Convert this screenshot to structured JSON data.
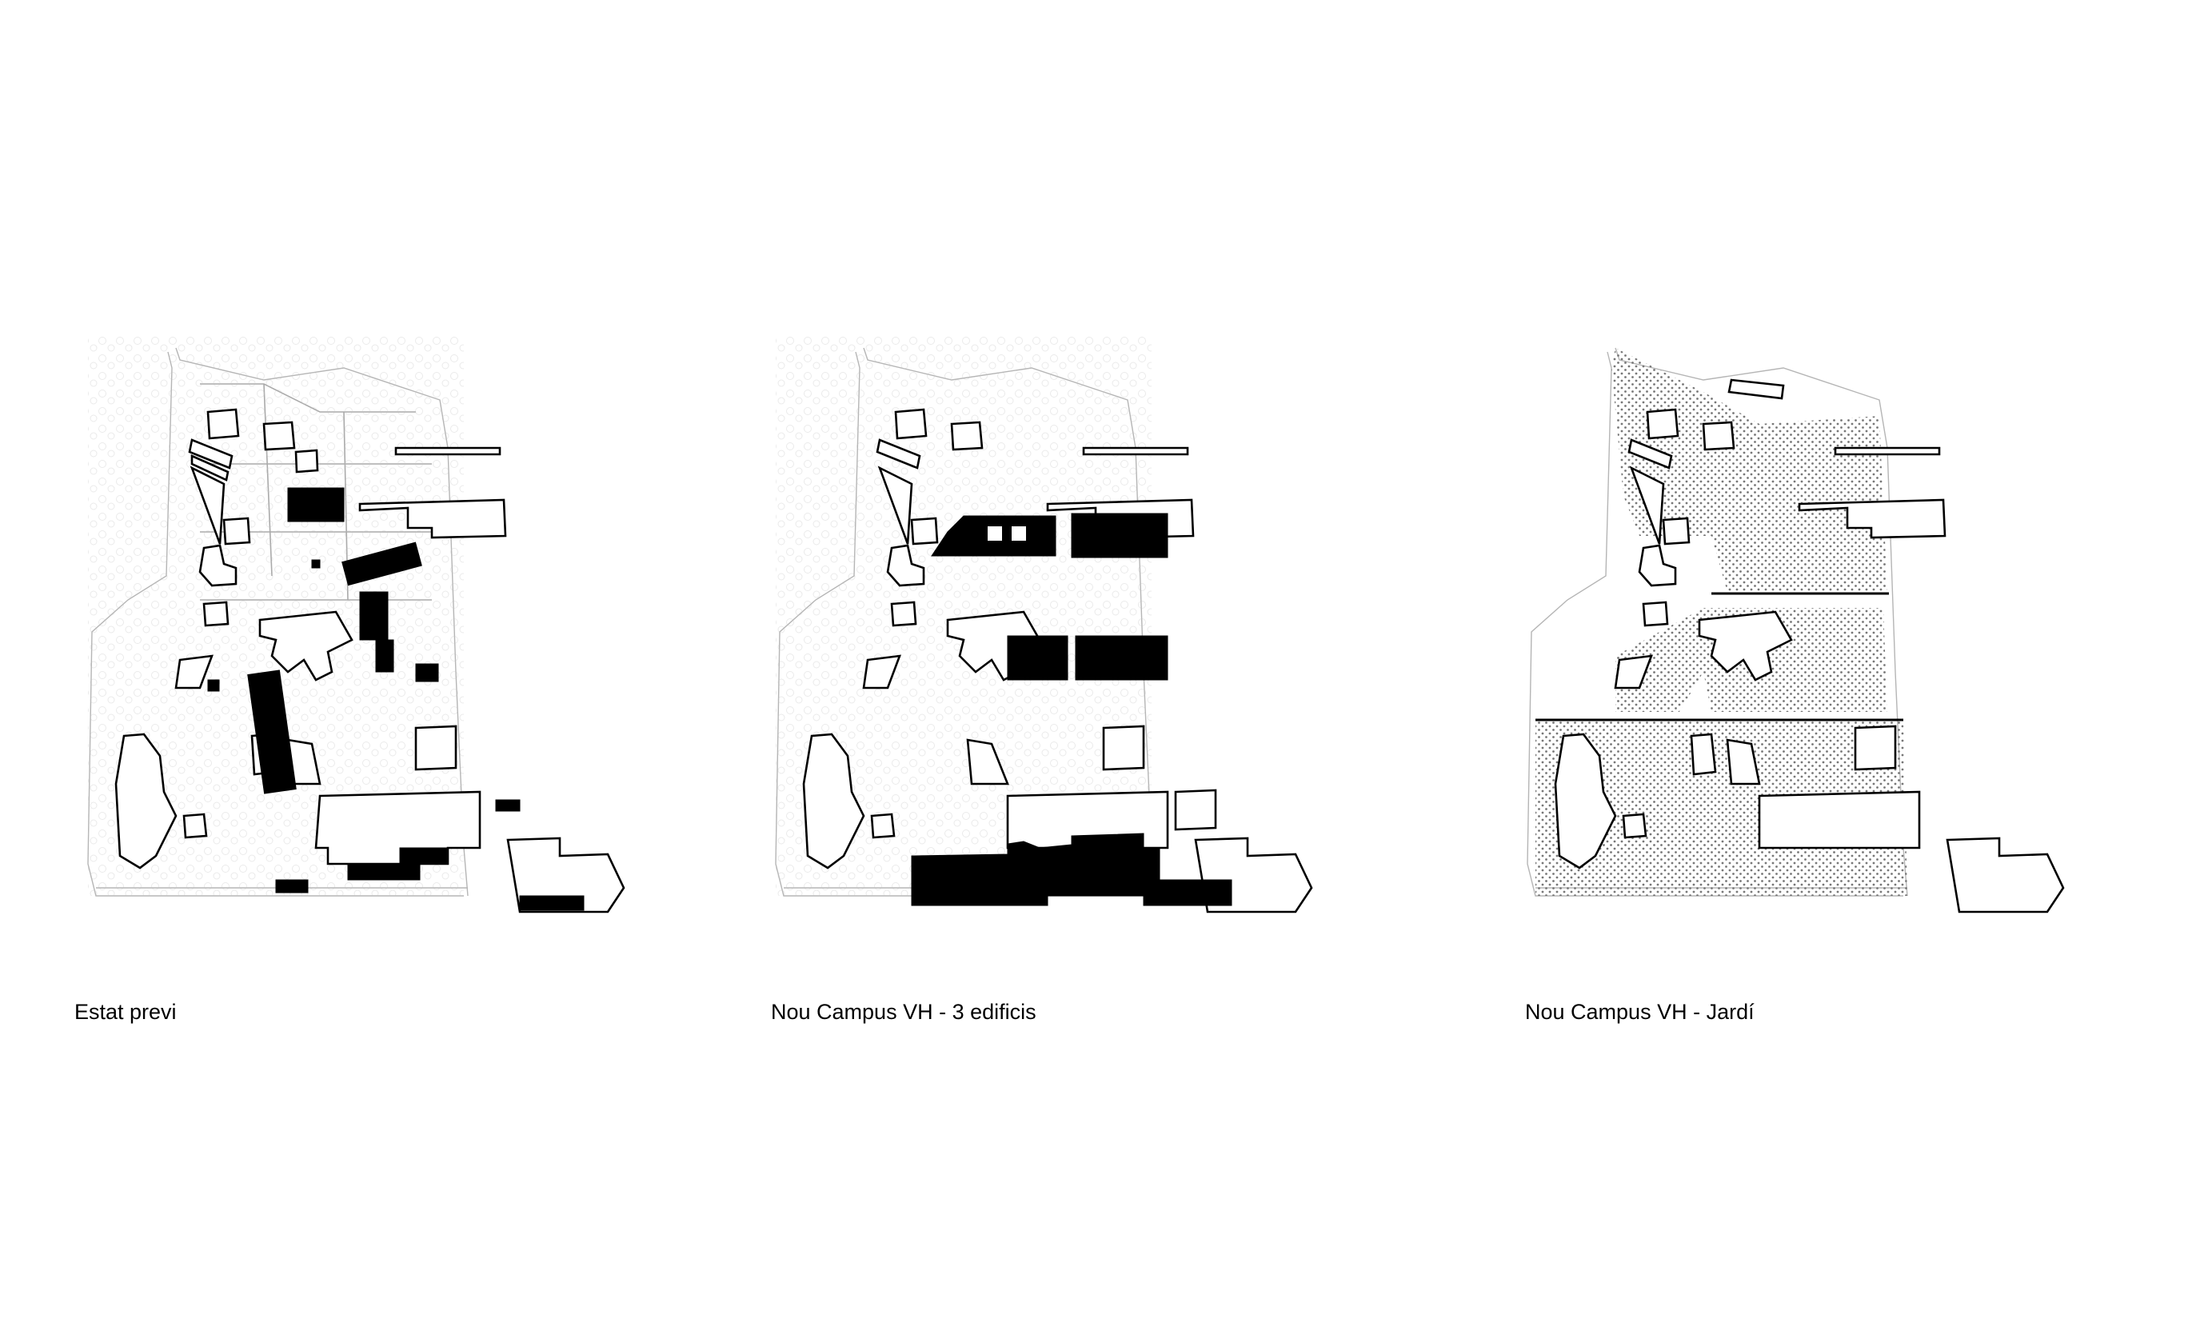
{
  "panels": [
    {
      "id": "existing",
      "caption": "Estat previ"
    },
    {
      "id": "three-buildings",
      "caption": "Nou Campus VH - 3 edificis"
    },
    {
      "id": "garden",
      "caption": "Nou Campus VH - Jardí"
    }
  ],
  "colors": {
    "background": "#ffffff",
    "building_outline": "#000000",
    "highlight_fill": "#000000",
    "context_lines": "#aaaaaa",
    "garden_hatch": "#777777"
  }
}
